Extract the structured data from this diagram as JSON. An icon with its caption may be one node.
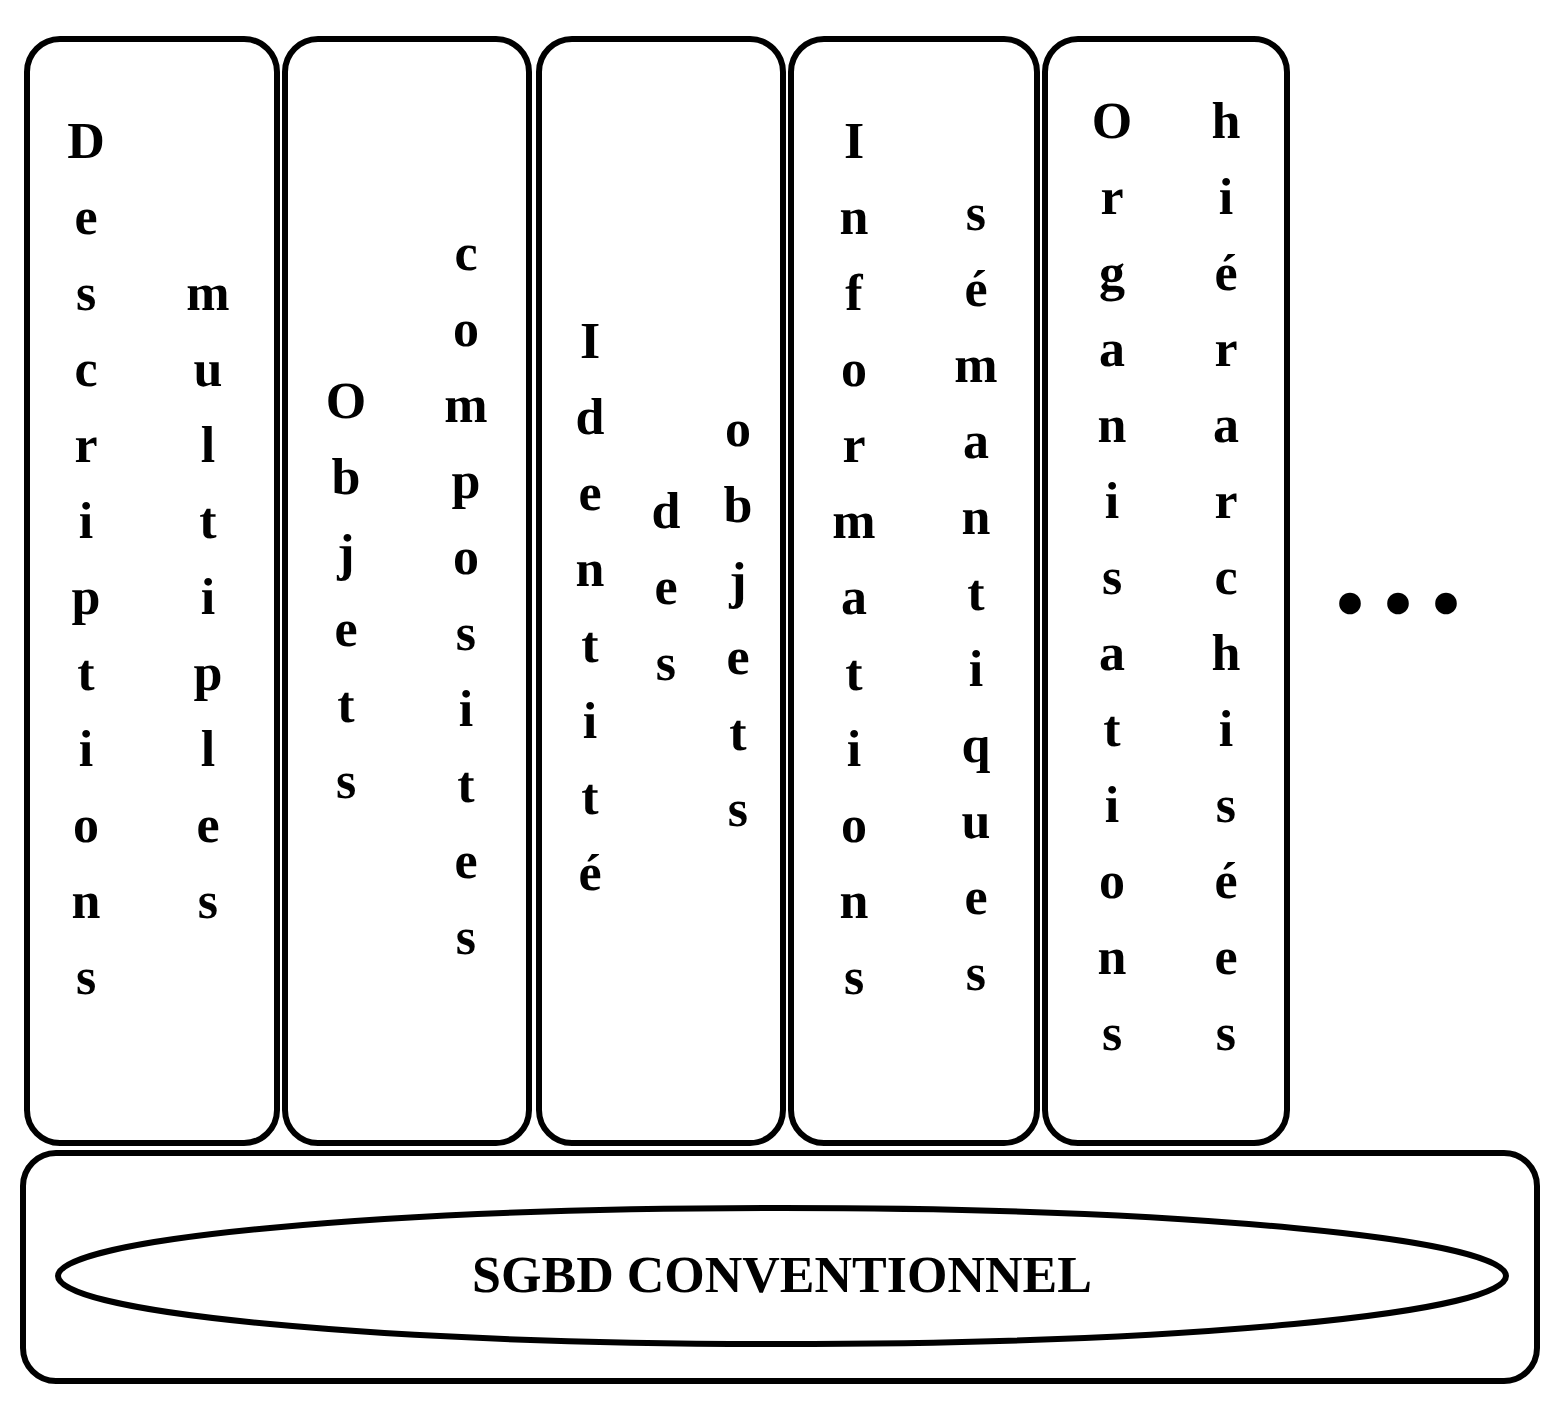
{
  "diagram": {
    "nodes": [
      {
        "text": [
          "Descriptions multiples"
        ]
      },
      {
        "text": [
          "Objets composites"
        ]
      },
      {
        "text": [
          "Identité des objets"
        ]
      },
      {
        "text": [
          "Informations sémantiques"
        ]
      },
      {
        "text": [
          "Organisations hiérarchisées"
        ]
      },
      {
        "text": [],
        "shape": "box"
      },
      {
        "text": [
          "SGBD CONVENTIONNEL"
        ],
        "in": 5
      }
    ],
    "edges": [],
    "labels": [
      "• • •"
    ]
  }
}
